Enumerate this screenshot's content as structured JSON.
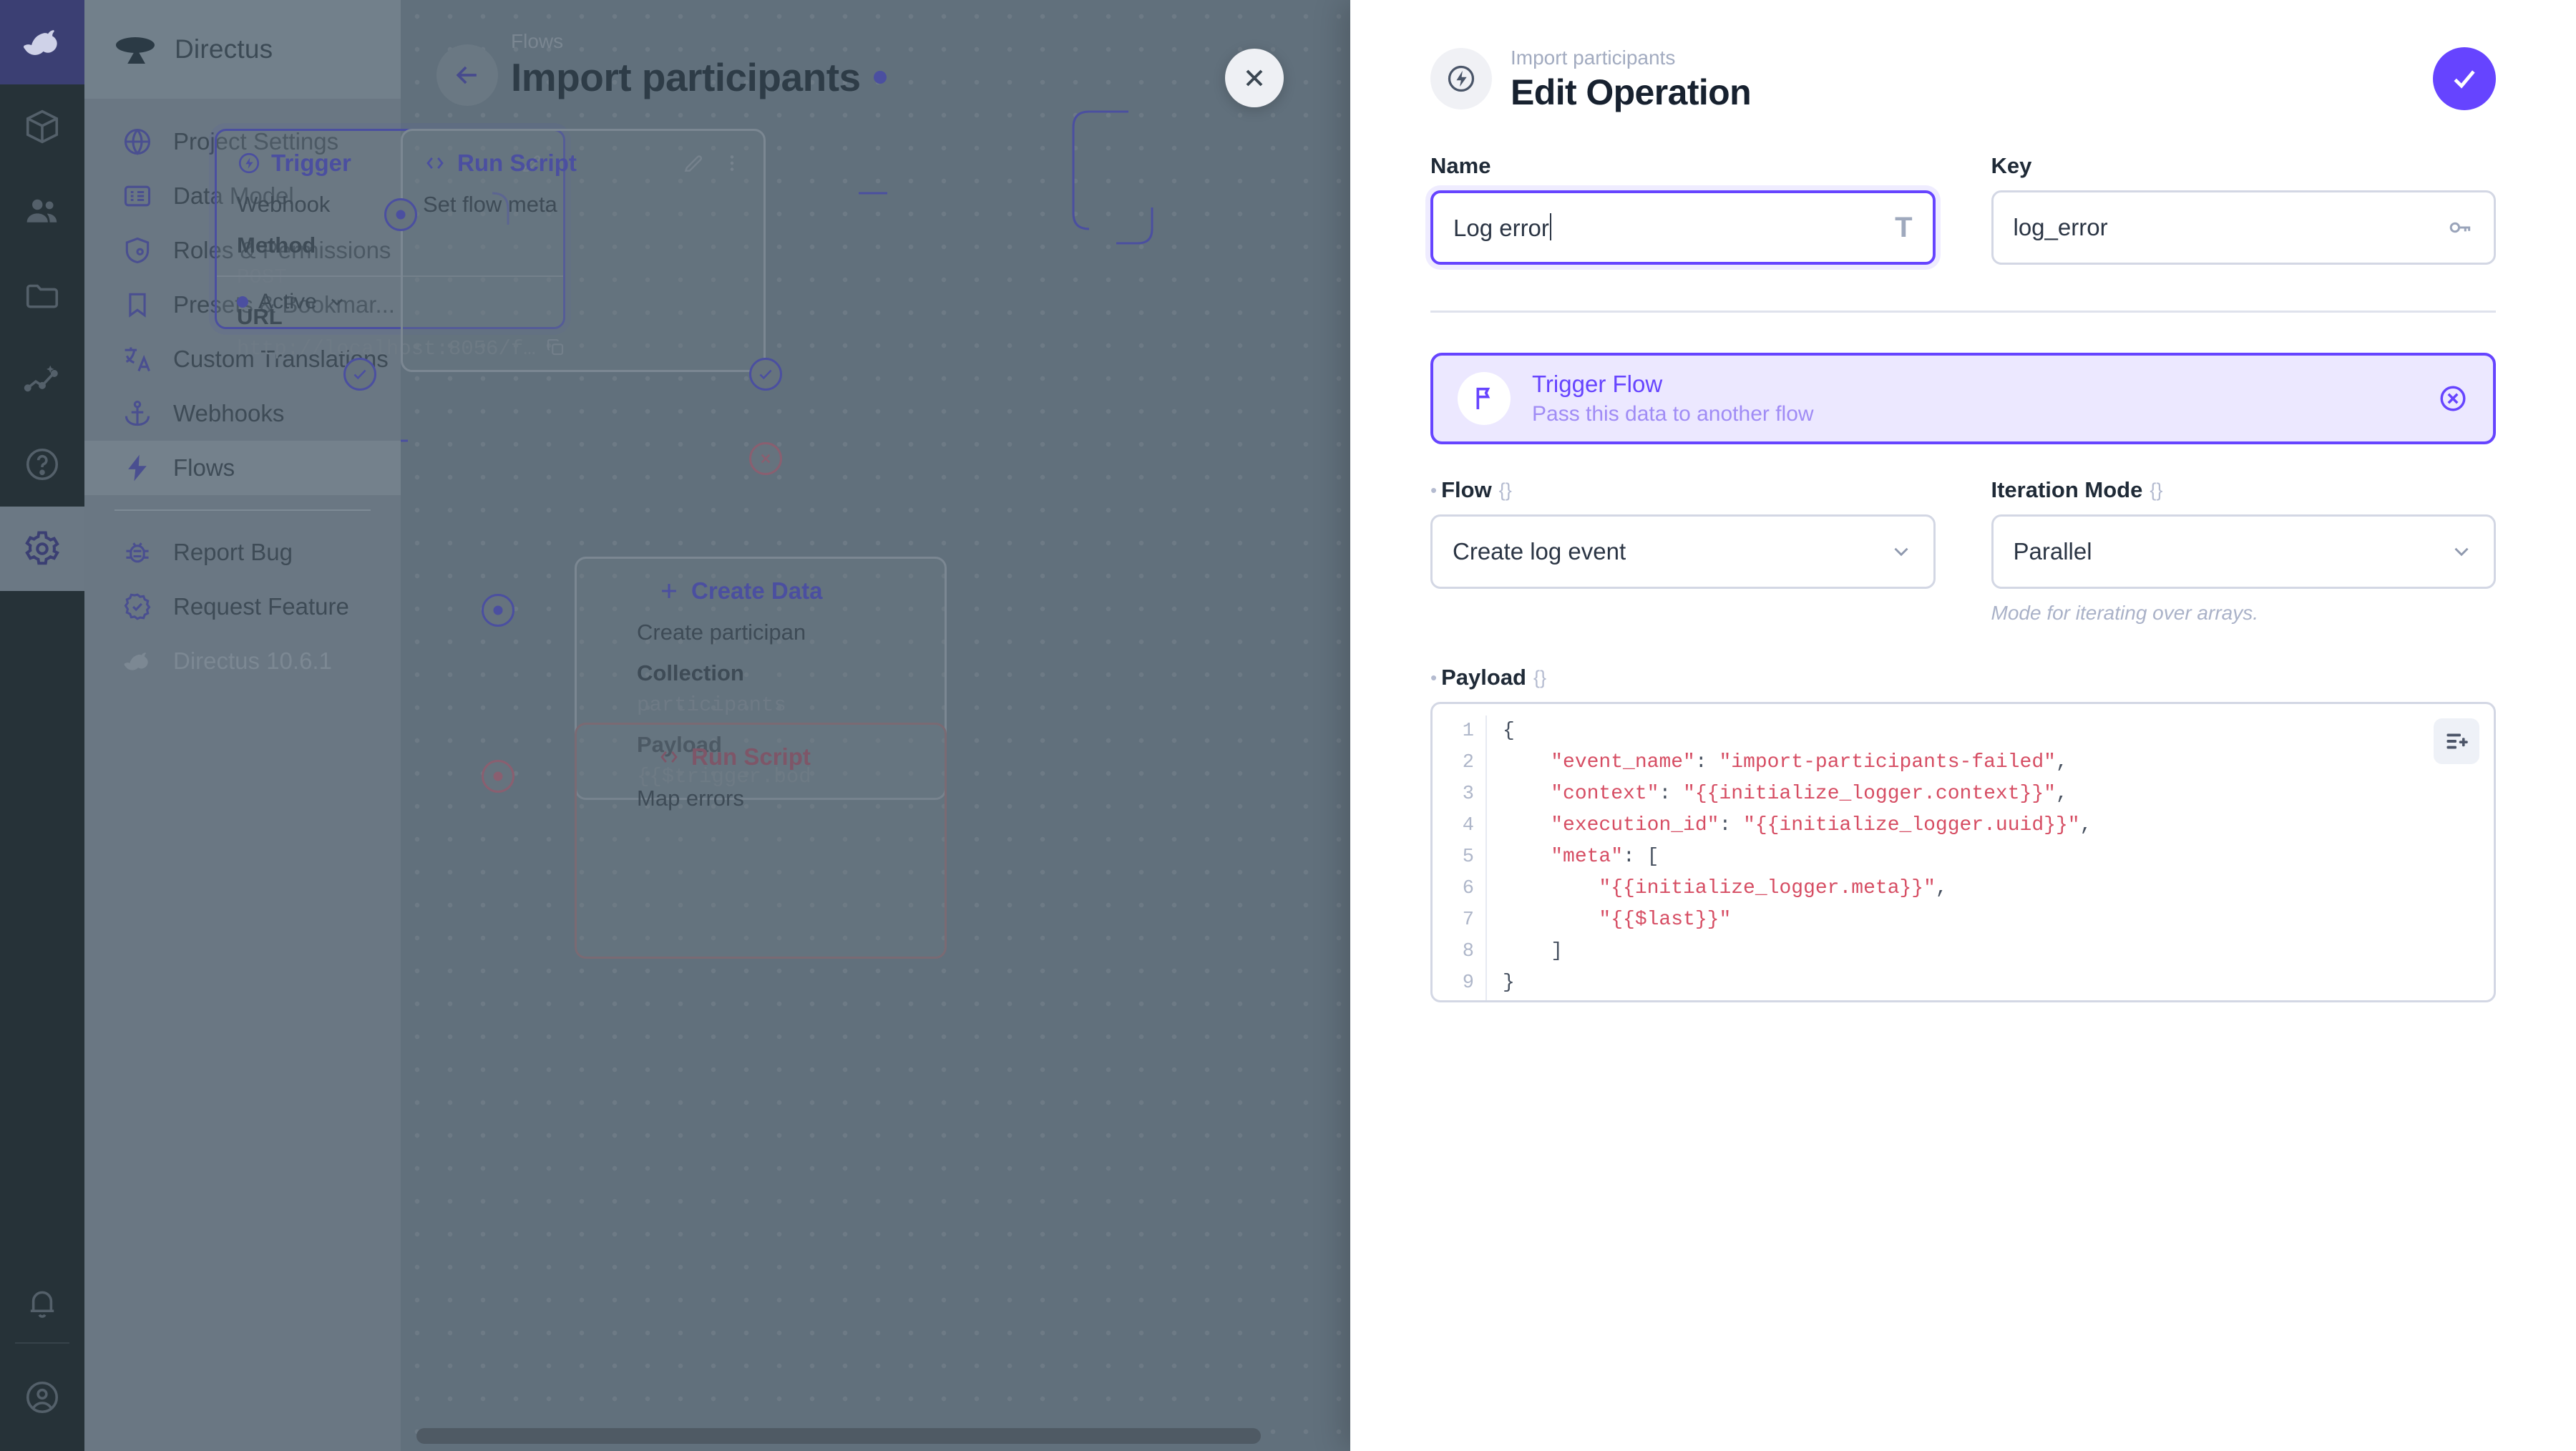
{
  "module_bar": {
    "logo_icon": "directus-rabbit-logo",
    "items": [
      {
        "name": "content",
        "icon": "box-icon",
        "active": false
      },
      {
        "name": "user-directory",
        "icon": "people-icon",
        "active": false
      },
      {
        "name": "file-library",
        "icon": "folder-icon",
        "active": false
      },
      {
        "name": "insights",
        "icon": "analytics-icon",
        "active": false
      },
      {
        "name": "docs",
        "icon": "question-circle-icon",
        "active": false
      },
      {
        "name": "settings",
        "icon": "gear-icon",
        "active": true
      }
    ],
    "bottom": [
      {
        "name": "notifications",
        "icon": "bell-icon"
      },
      {
        "name": "account",
        "icon": "account-circle-icon"
      }
    ]
  },
  "sidebar": {
    "project_name": "Directus",
    "project_icon": "directus-mark-icon",
    "items": [
      {
        "label": "Project Settings",
        "icon": "public-icon",
        "current": false
      },
      {
        "label": "Data Model",
        "icon": "list-alt-icon",
        "current": false
      },
      {
        "label": "Roles & Permissions",
        "icon": "admin-panel-icon",
        "current": false
      },
      {
        "label": "Presets & Bookmar...",
        "icon": "bookmark-icon",
        "current": false
      },
      {
        "label": "Custom Translations",
        "icon": "translate-icon",
        "current": false
      },
      {
        "label": "Webhooks",
        "icon": "anchor-icon",
        "current": false
      },
      {
        "label": "Flows",
        "icon": "bolt-icon",
        "current": true
      }
    ],
    "secondary": [
      {
        "label": "Report Bug",
        "icon": "bug-report-icon"
      },
      {
        "label": "Request Feature",
        "icon": "feature-request-icon"
      }
    ],
    "version": "Directus 10.6.1",
    "version_icon": "directus-rabbit-logo"
  },
  "canvas": {
    "breadcrumb": "Flows",
    "title": "Import participants",
    "back_icon": "arrow-left-icon",
    "status_dot_color": "#4b4fa0",
    "close_icon": "close-icon",
    "nodes": [
      {
        "id": "trigger",
        "header": "Trigger",
        "header_icon": "bolt-circle-icon",
        "edit_icon": "pencil-icon",
        "lines": [
          {
            "text": "Webhook",
            "style": "plain"
          },
          {
            "text": "Method",
            "style": "bold"
          },
          {
            "text": "POST",
            "style": "mono"
          },
          {
            "text": "URL",
            "style": "bold"
          },
          {
            "text": "http://localhost:8056/f…",
            "style": "mono"
          }
        ],
        "copy_icon": "copy-icon",
        "footer": "Active",
        "footer_chevron_icon": "chevron-down-icon"
      },
      {
        "id": "run-script-1",
        "header": "Run Script",
        "header_icon": "code-brackets-icon",
        "edit_icon": "pencil-icon",
        "menu_icon": "more-vertical-icon",
        "lines": [
          {
            "text": "Set flow meta",
            "style": "plain"
          }
        ]
      },
      {
        "id": "create-data",
        "header": "Create Data",
        "header_icon": "plus-icon",
        "lines": [
          {
            "text": "Create participan",
            "style": "plain"
          },
          {
            "text": "Collection",
            "style": "bold"
          },
          {
            "text": "participants",
            "style": "mono"
          },
          {
            "text": "Payload",
            "style": "bold"
          },
          {
            "text": "{{$trigger.bod",
            "style": "mono"
          }
        ]
      },
      {
        "id": "run-script-2",
        "header": "Run Script",
        "header_icon": "code-brackets-icon",
        "lines": [
          {
            "text": "Map errors",
            "style": "plain"
          }
        ]
      }
    ]
  },
  "drawer": {
    "breadcrumb": "Import participants",
    "title": "Edit Operation",
    "header_icon": "bolt-circle-icon",
    "save_icon": "check-icon",
    "name_field": {
      "label": "Name",
      "value": "Log error",
      "suffix_icon": "text-format-icon"
    },
    "key_field": {
      "label": "Key",
      "value": "log_error",
      "suffix_icon": "key-icon"
    },
    "operation_card": {
      "icon": "flag-icon",
      "title": "Trigger Flow",
      "subtitle": "Pass this data to another flow",
      "remove_icon": "close-circle-icon"
    },
    "flow_field": {
      "label": "Flow",
      "braces": "{}",
      "required": true,
      "value": "Create log event",
      "chevron_icon": "chevron-down-icon"
    },
    "iteration_field": {
      "label": "Iteration Mode",
      "braces": "{}",
      "required": false,
      "value": "Parallel",
      "chevron_icon": "chevron-down-icon",
      "hint": "Mode for iterating over arrays."
    },
    "payload_field": {
      "label": "Payload",
      "braces": "{}",
      "required": true,
      "format_icon": "format-insert-icon",
      "line_numbers": [
        "1",
        "2",
        "3",
        "4",
        "5",
        "6",
        "7",
        "8",
        "9"
      ],
      "code_lines": [
        "{",
        "    \"event_name\": \"import-participants-failed\",",
        "    \"context\": \"{{initialize_logger.context}}\",",
        "    \"execution_id\": \"{{initialize_logger.uuid}}\",",
        "    \"meta\": [",
        "        \"{{initialize_logger.meta}}\",",
        "        \"{{$last}}\"",
        "    ]",
        "}"
      ]
    }
  },
  "colors": {
    "accent": "#6644ff",
    "accent_soft_bg": "#ece8ff",
    "code_string": "#d64d63",
    "canvas_bg": "#61707c",
    "module_bar_bg": "#263238"
  }
}
